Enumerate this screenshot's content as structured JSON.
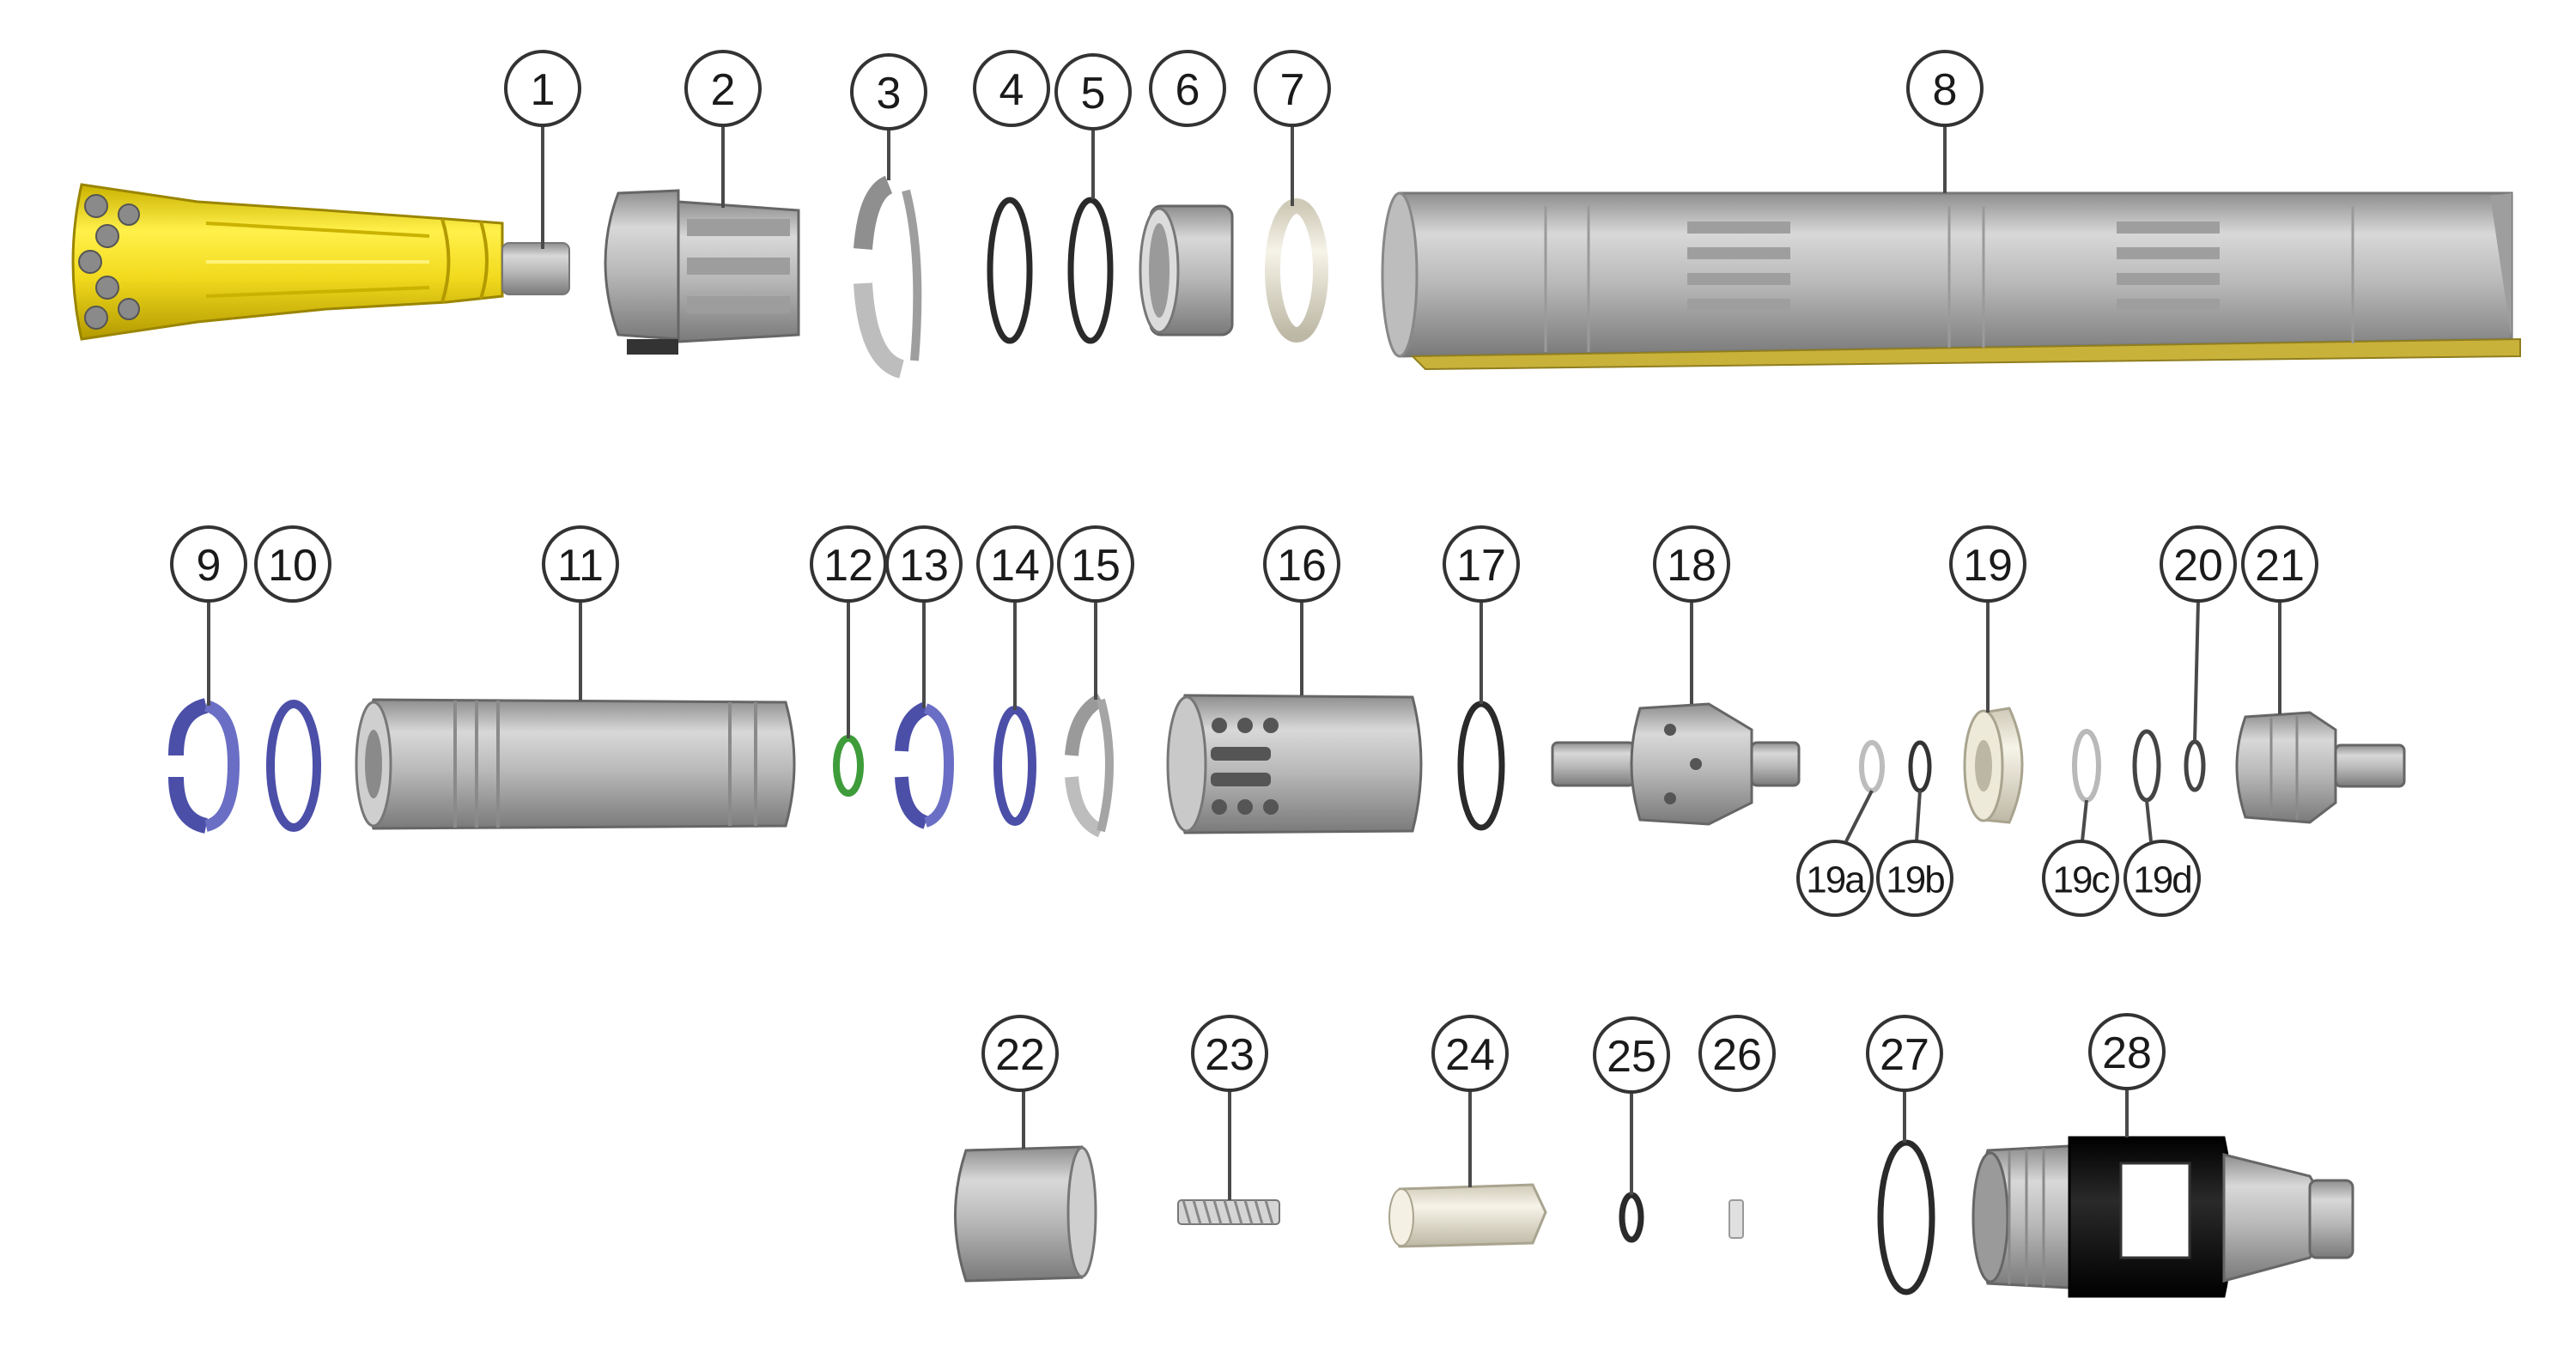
{
  "diagram": {
    "title": "",
    "callouts": {
      "c1": "1",
      "c2": "2",
      "c3": "3",
      "c4": "4",
      "c5": "5",
      "c6": "6",
      "c7": "7",
      "c8": "8",
      "c9": "9",
      "c10": "10",
      "c11": "11",
      "c12": "12",
      "c13": "13",
      "c14": "14",
      "c15": "15",
      "c16": "16",
      "c17": "17",
      "c18": "18",
      "c19": "19",
      "c19a": "19a",
      "c19b": "19b",
      "c19c": "19c",
      "c19d": "19d",
      "c20": "20",
      "c21": "21",
      "c22": "22",
      "c23": "23",
      "c24": "24",
      "c25": "25",
      "c26": "26",
      "c27": "27",
      "c28": "28"
    }
  },
  "colors": {
    "bit_yellow": "#F2DA1E",
    "part_gray": "#B3B3B3",
    "seal_blue": "#4B4FA8",
    "seal_green": "#3E9C3A",
    "ivory": "#ECE8DA",
    "black": "#111111",
    "liner_yellow": "#C9B23A"
  }
}
